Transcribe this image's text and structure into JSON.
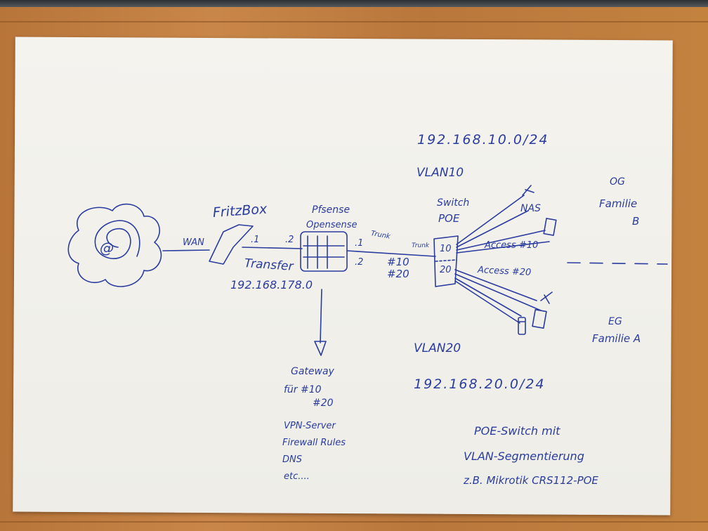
{
  "diagram": {
    "internet_symbol": "@",
    "wan_label": "WAN",
    "fritzbox_label": "FritzBox",
    "transfer": {
      "label": "Transfer",
      "subnet": "192.168.178.0",
      "fritz_ip": ".1",
      "pfsense_ip": ".2"
    },
    "pfsense": {
      "line1": "Pfsense",
      "line2": "Opensense",
      "ip_top": ".1",
      "ip_bottom": ".2",
      "vlan_tag_1": "#10",
      "vlan_tag_2": "#20"
    },
    "trunk_top": "Trunk",
    "trunk_port": "Trunk",
    "switch": {
      "line1": "Switch",
      "line2": "POE",
      "port_top": "10",
      "port_bottom": "20"
    },
    "vlan10": {
      "subnet": "192.168.10.0/24",
      "name": "VLAN10"
    },
    "vlan20": {
      "name": "VLAN20",
      "subnet": "192.168.20.0/24"
    },
    "nas_label": "NAS",
    "access10_label": "Access #10",
    "access20_label": "Access #20",
    "og_family": {
      "line1": "OG",
      "line2": "Familie",
      "line3": "B"
    },
    "eg_family": {
      "line1": "EG",
      "line2": "Familie A"
    },
    "gateway": {
      "line1": "Gateway",
      "line2": "für #10",
      "line3": "#20"
    },
    "services": [
      "VPN-Server",
      "Firewall Rules",
      "DNS",
      "etc...."
    ],
    "note": {
      "line1": "POE-Switch mit",
      "line2": "VLAN-Segmentierung",
      "line3": "z.B. Mikrotik CRS112-POE"
    },
    "ink_color": "#2a3c9e",
    "paper_color": "#f2f1ec",
    "table_color": "#c07e42"
  }
}
